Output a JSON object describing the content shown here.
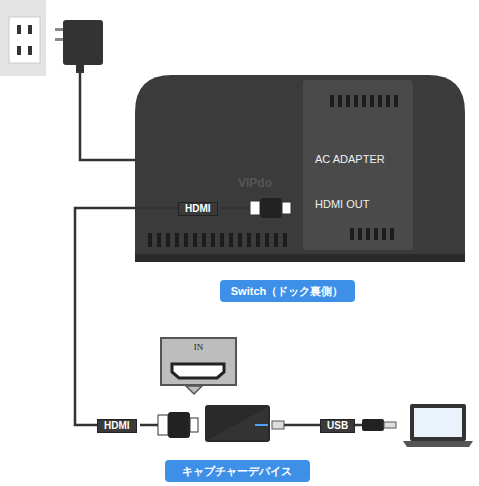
{
  "diagram": {
    "nodes": [
      {
        "text": [
          "AC ADAPTER",
          "HDMI OUT"
        ]
      },
      {
        "text": [
          "Switch（ドック裏側）"
        ]
      },
      {
        "text": [
          "IN"
        ]
      },
      {
        "text": [
          "キャプチャーデバイス"
        ]
      }
    ],
    "labels": [
      "HDMI",
      "HDMI",
      "USB",
      "VIPdo"
    ]
  }
}
